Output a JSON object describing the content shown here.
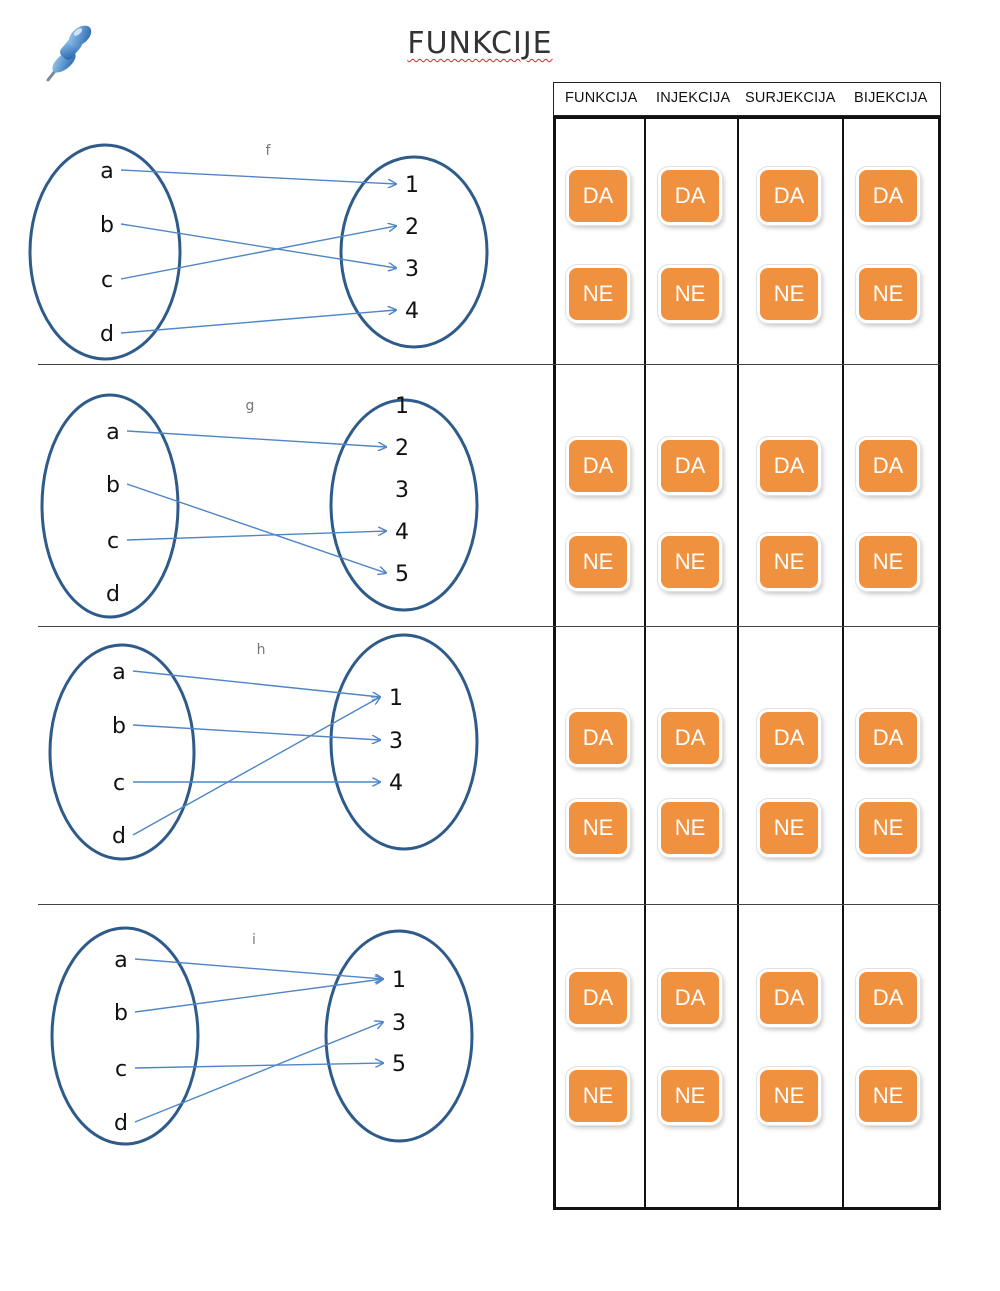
{
  "title": "FUNKCIJE",
  "icons": {
    "pin": "pushpin-icon"
  },
  "colors": {
    "accent": "#f0913f",
    "ellipse": "#2f5b8a",
    "arrow": "#4f86c6"
  },
  "headers": [
    "FUNKCIJA",
    "INJEKCIJA",
    "SURJEKCIJA",
    "BIJEKCIJA"
  ],
  "answers": {
    "yes": "DA",
    "no": "NE"
  },
  "mappings": [
    {
      "name": "f",
      "domain": [
        "a",
        "b",
        "c",
        "d"
      ],
      "codomain": [
        "1",
        "2",
        "3",
        "4"
      ],
      "arrows": [
        [
          "a",
          "1"
        ],
        [
          "b",
          "3"
        ],
        [
          "c",
          "2"
        ],
        [
          "d",
          "4"
        ]
      ]
    },
    {
      "name": "g",
      "domain": [
        "a",
        "b",
        "c",
        "d"
      ],
      "codomain": [
        "1",
        "2",
        "3",
        "4",
        "5"
      ],
      "arrows": [
        [
          "a",
          "2"
        ],
        [
          "b",
          "5"
        ],
        [
          "c",
          "4"
        ]
      ]
    },
    {
      "name": "h",
      "domain": [
        "a",
        "b",
        "c",
        "d"
      ],
      "codomain": [
        "1",
        "3",
        "4"
      ],
      "arrows": [
        [
          "a",
          "1"
        ],
        [
          "b",
          "3"
        ],
        [
          "c",
          "4"
        ],
        [
          "d",
          "1"
        ]
      ]
    },
    {
      "name": "i",
      "domain": [
        "a",
        "b",
        "c",
        "d"
      ],
      "codomain": [
        "1",
        "3",
        "5"
      ],
      "arrows": [
        [
          "a",
          "1"
        ],
        [
          "b",
          "1"
        ],
        [
          "c",
          "5"
        ],
        [
          "d",
          "3"
        ]
      ]
    }
  ]
}
